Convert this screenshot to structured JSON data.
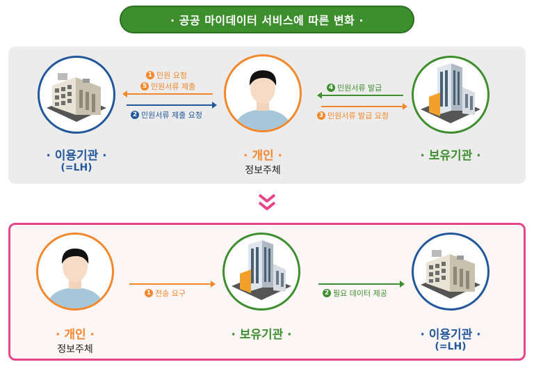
{
  "title": "· 공공 마이데이터 서비스에 따른 변화 ·",
  "before": {
    "using_agency": {
      "label": "· 이용기관 ·",
      "sub": "(=LH)"
    },
    "individual": {
      "label": "· 개인 ·",
      "sub": "정보주체"
    },
    "holding_agency": {
      "label": "· 보유기관 ·"
    },
    "steps": [
      {
        "num": "1",
        "text": "민원 요청"
      },
      {
        "num": "5",
        "text": "민원서류 제출"
      },
      {
        "num": "2",
        "text": "민원서류 제출 요청"
      },
      {
        "num": "4",
        "text": "민원서류 발급"
      },
      {
        "num": "3",
        "text": "민원서류 발급 요청"
      }
    ]
  },
  "after": {
    "individual": {
      "label": "· 개인 ·",
      "sub": "정보주체"
    },
    "holding_agency": {
      "label": "· 보유기관 ·"
    },
    "using_agency": {
      "label": "· 이용기관 ·",
      "sub": "(=LH)"
    },
    "steps": [
      {
        "num": "1",
        "text": "전송 요구"
      },
      {
        "num": "2",
        "text": "필요 데이터 제공"
      }
    ]
  },
  "colors": {
    "green": "#3d8f2e",
    "blue": "#23579c",
    "orange": "#f2872c",
    "pink": "#e7458a"
  }
}
